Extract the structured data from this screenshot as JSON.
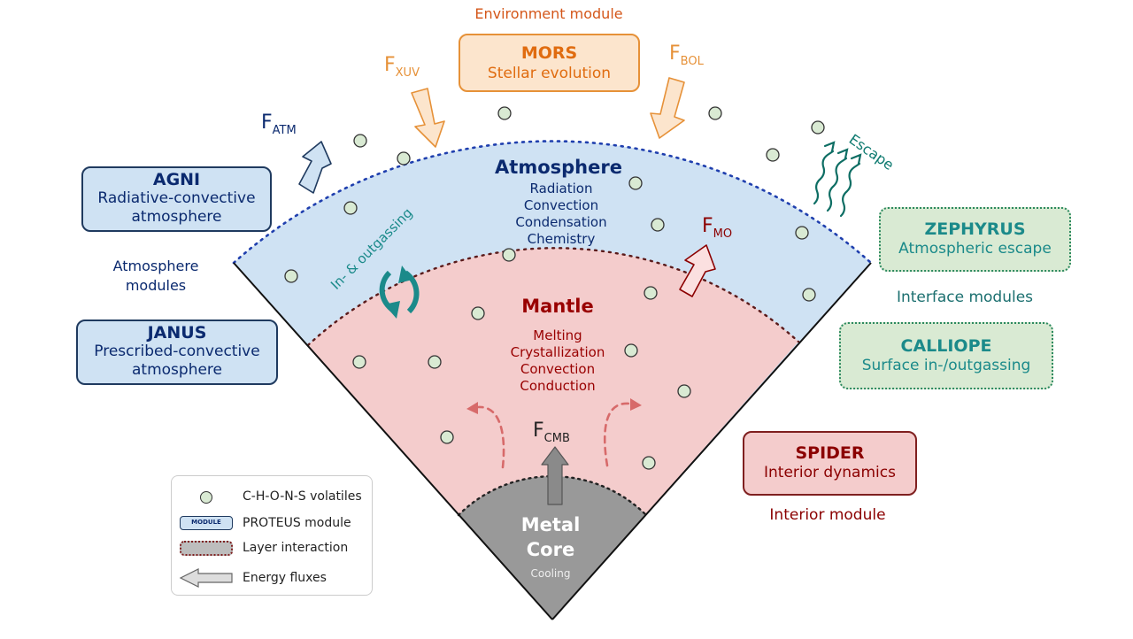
{
  "colors": {
    "atmosphere_fill": "#cfe2f3",
    "mantle_fill": "#f4cccc",
    "core_fill": "#999999",
    "atm_module_fill": "#cfe2f3",
    "atm_module_stroke": "#1f3a5f",
    "atm_text": "#0b2a6f",
    "mantle_text": "#990000",
    "env_fill": "#fce5cd",
    "env_stroke": "#e69138",
    "env_text": "#e06c10",
    "interface_fill": "#d9ead3",
    "interface_stroke": "#2d8a5f",
    "interface_text": "#1b8a8a",
    "interior_fill": "#f4cccc",
    "interior_stroke": "#7f1f1f",
    "interior_text": "#8b0000",
    "flux_orange": "#e69138",
    "volatile_fill": "#d9ead3"
  },
  "environment": {
    "group_label": "Environment module",
    "module_name": "MORS",
    "module_desc": "Stellar evolution"
  },
  "fluxes": {
    "xuv": {
      "main": "F",
      "sub": "XUV"
    },
    "bol": {
      "main": "F",
      "sub": "BOL"
    },
    "atm": {
      "main": "F",
      "sub": "ATM"
    },
    "mo": {
      "main": "F",
      "sub": "MO"
    },
    "cmb": {
      "main": "F",
      "sub": "CMB"
    }
  },
  "escape_label": "Escape",
  "outgassing_label": "In- & outgassing",
  "atmosphere": {
    "title": "Atmosphere",
    "processes": [
      "Radiation",
      "Convection",
      "Condensation",
      "Chemistry"
    ]
  },
  "mantle": {
    "title": "Mantle",
    "processes": [
      "Melting",
      "Crystallization",
      "Convection",
      "Conduction"
    ]
  },
  "core": {
    "title_line1": "Metal",
    "title_line2": "Core",
    "process": "Cooling"
  },
  "atmosphere_modules": {
    "group_label_line1": "Atmosphere",
    "group_label_line2": "modules",
    "agni": {
      "name": "AGNI",
      "desc_line1": "Radiative-convective",
      "desc_line2": "atmosphere"
    },
    "janus": {
      "name": "JANUS",
      "desc_line1": "Prescribed-convective",
      "desc_line2": "atmosphere"
    }
  },
  "interface_modules": {
    "group_label": "Interface modules",
    "zephyrus": {
      "name": "ZEPHYRUS",
      "desc": "Atmospheric escape"
    },
    "calliope": {
      "name": "CALLIOPE",
      "desc": "Surface in-/outgassing"
    }
  },
  "interior_module": {
    "group_label": "Interior module",
    "name": "SPIDER",
    "desc": "Interior dynamics"
  },
  "legend": {
    "volatiles": "C-H-O-N-S volatiles",
    "module_badge": "MODULE",
    "module": "PROTEUS module",
    "interaction": "Layer interaction",
    "energy": "Energy fluxes"
  }
}
